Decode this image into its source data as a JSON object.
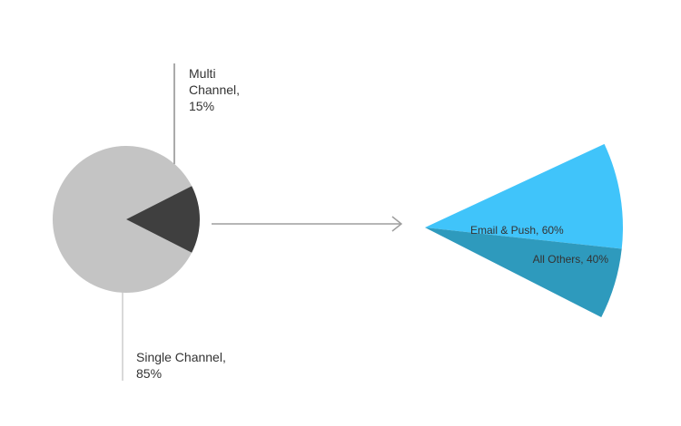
{
  "chart_data": [
    {
      "type": "pie",
      "title": "",
      "slices": [
        {
          "label_lines": [
            "Single Channel,",
            "85%"
          ],
          "value": 85,
          "color": "#c4c4c4"
        },
        {
          "label_lines": [
            "Multi",
            "Channel,",
            "15%"
          ],
          "value": 15,
          "color": "#3f3f3f"
        }
      ]
    },
    {
      "type": "pie",
      "title": "",
      "breakdown_of": "Multi Channel",
      "slices": [
        {
          "label": "Email & Push, 60%",
          "value": 60,
          "color": "#40c4fa"
        },
        {
          "label": "All Others, 40%",
          "value": 40,
          "color": "#2e9abd"
        }
      ]
    }
  ],
  "colors": {
    "connector_line": "#b3b3b3",
    "arrow": "#9e9e9e",
    "label_text": "#333333"
  }
}
